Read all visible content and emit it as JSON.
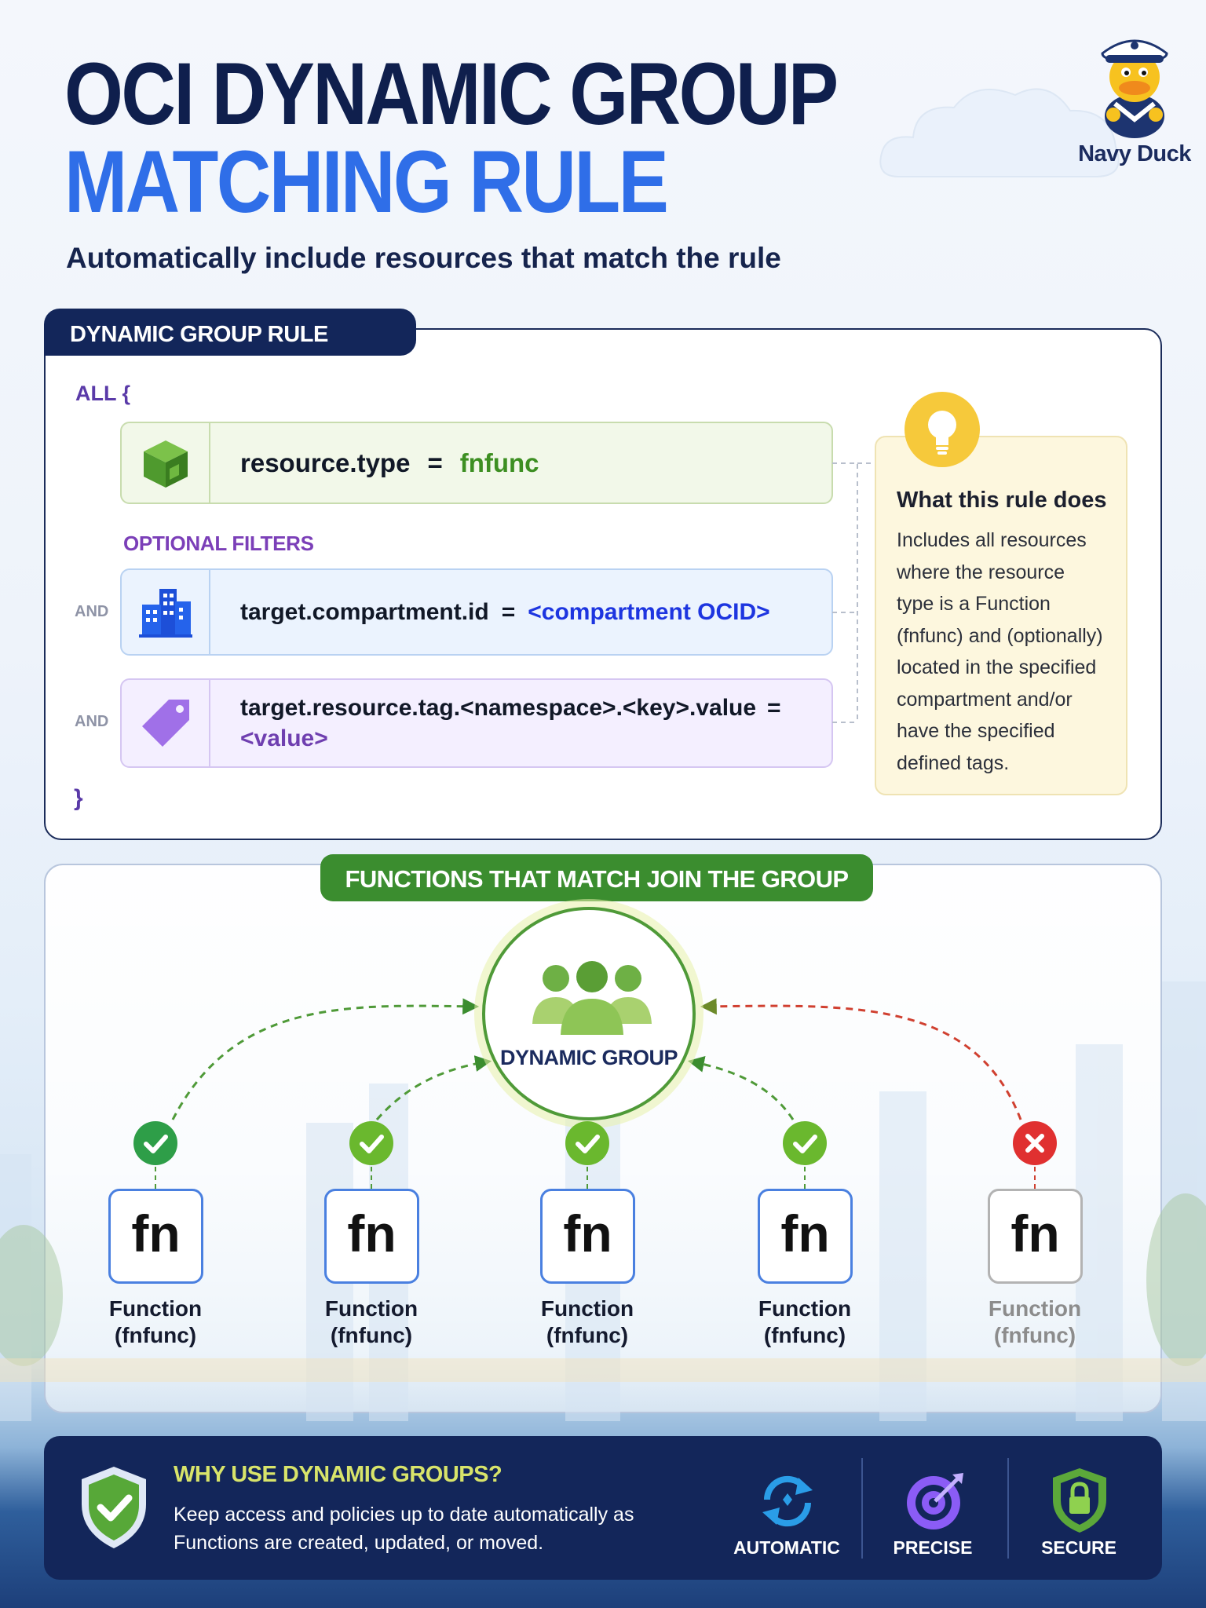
{
  "header": {
    "title_line1": "OCI DYNAMIC GROUP",
    "title_line2": "MATCHING RULE",
    "subtitle": "Automatically include resources that match the rule",
    "brand": "Navy Duck"
  },
  "rule": {
    "tab_label": "DYNAMIC GROUP RULE",
    "open_keyword": "ALL {",
    "close_keyword": "}",
    "optional_label": "OPTIONAL FILTERS",
    "and_label": "AND",
    "rows": [
      {
        "key": "resource.type",
        "op": "=",
        "value": "fnfunc",
        "icon": "cube-icon"
      },
      {
        "key": "target.compartment.id",
        "op": "=",
        "value": "<compartment OCID>",
        "icon": "buildings-icon"
      },
      {
        "key": "target.resource.tag.<namespace>.<key>.value",
        "op": "=",
        "value": "<value>",
        "icon": "tag-icon"
      }
    ],
    "note_title": "What this rule does",
    "note_lines": [
      "Includes all resources",
      "where the resource",
      "type is a Function",
      "(fnfunc) and (optionally)",
      "located in the specified",
      "compartment and/or",
      "have the specified",
      "defined tags."
    ]
  },
  "match": {
    "tab_label": "FUNCTIONS THAT MATCH JOIN THE GROUP",
    "group_label": "DYNAMIC GROUP",
    "functions": [
      {
        "glyph": "fn",
        "name": "Function",
        "type": "(fnfunc)",
        "matched": true
      },
      {
        "glyph": "fn",
        "name": "Function",
        "type": "(fnfunc)",
        "matched": true
      },
      {
        "glyph": "fn",
        "name": "Function",
        "type": "(fnfunc)",
        "matched": true
      },
      {
        "glyph": "fn",
        "name": "Function",
        "type": "(fnfunc)",
        "matched": true
      },
      {
        "glyph": "fn",
        "name": "Function",
        "type": "(fnfunc)",
        "matched": false
      }
    ]
  },
  "why": {
    "title": "WHY USE DYNAMIC GROUPS?",
    "body": "Keep access and policies up to date automatically as Functions are created, updated, or moved.",
    "features": [
      {
        "label": "AUTOMATIC",
        "icon": "refresh-icon"
      },
      {
        "label": "PRECISE",
        "icon": "target-icon"
      },
      {
        "label": "SECURE",
        "icon": "lock-shield-icon"
      }
    ]
  },
  "colors": {
    "navy": "#13265a",
    "accent_blue": "#2f6ee8",
    "match_green": "#3b8d2f",
    "reject_red": "#e03030"
  }
}
